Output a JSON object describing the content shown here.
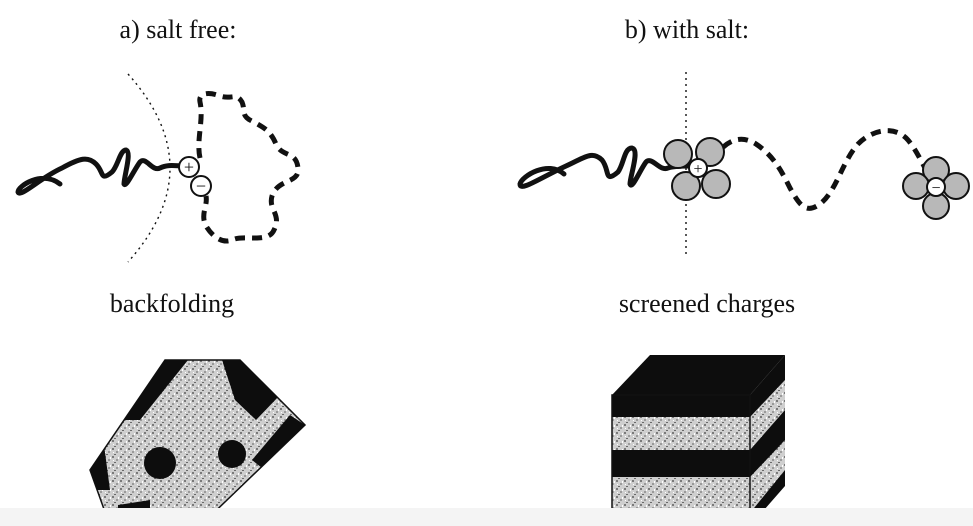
{
  "panels": {
    "left": {
      "heading": "a) salt free:",
      "caption": "backfolding",
      "charges": {
        "positive": "+",
        "negative": "−"
      }
    },
    "right": {
      "heading": "b) with salt:",
      "caption": "screened charges",
      "charges": {
        "positive": "+",
        "negative": "−"
      }
    }
  },
  "colors": {
    "ink": "#111111",
    "counterion_fill": "#b8b8b8",
    "texture_light": "#d9d9d9",
    "texture_dark": "#8a8a8a"
  }
}
